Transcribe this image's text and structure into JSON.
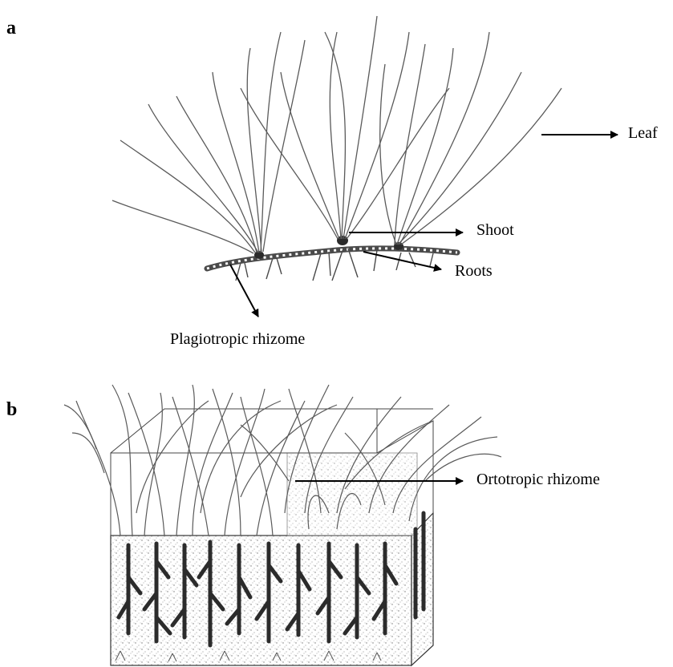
{
  "panels": [
    {
      "letter": "a",
      "labels": {
        "leaf": "Leaf",
        "shoot": "Shoot",
        "roots": "Roots",
        "rhizome": "Plagiotropic rhizome"
      }
    },
    {
      "letter": "b",
      "labels": {
        "rhizome": "Ortotropic rhizome"
      }
    }
  ],
  "colors": {
    "line": "#4a4a4a",
    "dark": "#2b2b2b",
    "sediment": "#c8c8c8"
  }
}
